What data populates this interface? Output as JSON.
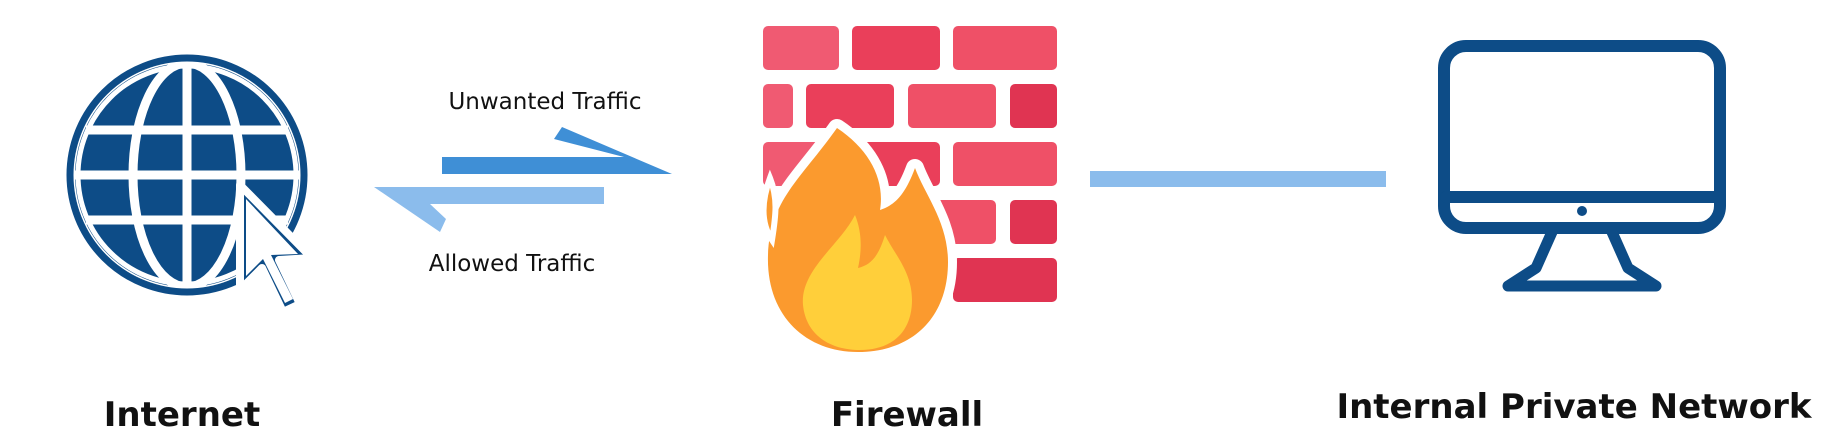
{
  "nodes": {
    "internet": {
      "label": "Internet",
      "icon": "globe-cursor-icon"
    },
    "firewall": {
      "label": "Firewall",
      "icon": "brick-wall-fire-icon"
    },
    "network": {
      "label": "Internal Private Network",
      "icon": "monitor-icon"
    }
  },
  "edges": {
    "unwanted": {
      "label": "Unwanted Traffic",
      "direction": "internet-to-firewall"
    },
    "allowed": {
      "label": "Allowed Traffic",
      "direction": "firewall-to-internet"
    },
    "link": {
      "label": "",
      "direction": "firewall-to-network"
    }
  },
  "colors": {
    "navy": "#0d4c87",
    "arrow_dark": "#3f8fd6",
    "arrow_light": "#8bbcec",
    "link_line": "#8bbcec",
    "brick_red": "#ea3f5a",
    "brick_pink": "#f05a72",
    "flame_orange": "#fb9a2e",
    "flame_yellow": "#ffcf3a",
    "text": "#111111"
  }
}
